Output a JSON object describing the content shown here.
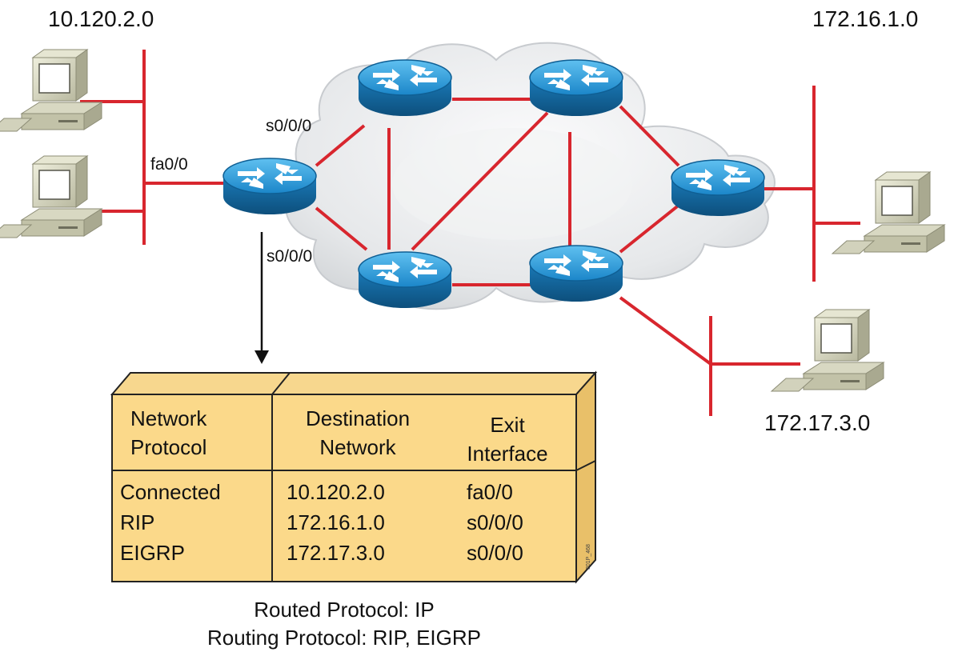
{
  "networks": {
    "left": "10.120.2.0",
    "top_right": "172.16.1.0",
    "bottom_right": "172.17.3.0"
  },
  "interfaces": {
    "fa": "fa0/0",
    "s_upper": "s0/0/0",
    "s_lower": "s0/0/0"
  },
  "table": {
    "headers": {
      "protocol_1": "Network",
      "protocol_2": "Protocol",
      "dest_1": "Destination",
      "dest_2": "Network",
      "exit_1": "Exit",
      "exit_2": "Interface"
    },
    "rows": [
      {
        "protocol": "Connected",
        "destination": "10.120.2.0",
        "exit": "fa0/0"
      },
      {
        "protocol": "RIP",
        "destination": "172.16.1.0",
        "exit": "s0/0/0"
      },
      {
        "protocol": "EIGRP",
        "destination": "172.17.3.0",
        "exit": "s0/0/0"
      }
    ]
  },
  "caption": {
    "line1": "Routed Protocol: IP",
    "line2": "Routing Protocol: RIP, EIGRP"
  },
  "figure_id": "301P_468",
  "colors": {
    "link": "#d8262e",
    "router": "#1f8fd0",
    "table_fill": "#fbd98a",
    "cloud": "#e3e5e7"
  }
}
